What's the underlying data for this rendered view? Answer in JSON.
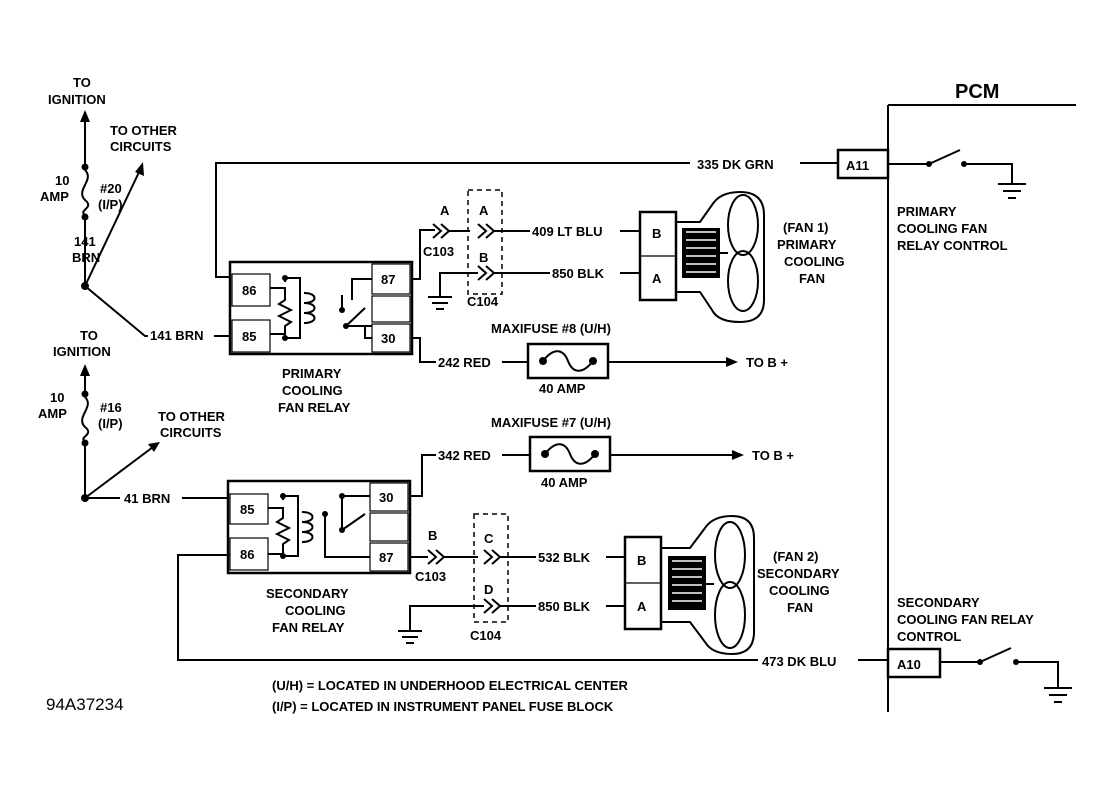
{
  "pcm": {
    "title": "PCM",
    "a11": "A11",
    "a10": "A10",
    "primary_control": [
      "PRIMARY",
      "COOLING FAN",
      "RELAY CONTROL"
    ],
    "secondary_control": [
      "SECONDARY",
      "COOLING FAN RELAY",
      "CONTROL"
    ]
  },
  "ignition_top": {
    "to_ignition": [
      "TO",
      "IGNITION"
    ],
    "to_other": [
      "TO OTHER",
      "CIRCUITS"
    ],
    "fuse_amp": [
      "10",
      "AMP"
    ],
    "fuse_id": [
      "#20",
      "(I/P)"
    ],
    "wire": [
      "141",
      "BRN"
    ]
  },
  "ignition_bottom": {
    "to_ignition": [
      "TO",
      "IGNITION"
    ],
    "to_other": [
      "TO OTHER",
      "CIRCUITS"
    ],
    "fuse_amp": [
      "10",
      "AMP"
    ],
    "fuse_id": [
      "#16",
      "(I/P)"
    ]
  },
  "primary_relay": {
    "name": [
      "PRIMARY",
      "COOLING",
      "FAN RELAY"
    ],
    "pins": {
      "p86": "86",
      "p85": "85",
      "p87": "87",
      "p30": "30"
    },
    "feed_wire": "141 BRN",
    "control_wire": "335 DK GRN",
    "power_wire": "242 RED"
  },
  "secondary_relay": {
    "name": [
      "SECONDARY",
      "COOLING",
      "FAN RELAY"
    ],
    "pins": {
      "p85": "85",
      "p86": "86",
      "p30": "30",
      "p87": "87"
    },
    "feed_wire": "41 BRN",
    "control_wire": "473 DK BLU",
    "power_wire": "342 RED"
  },
  "maxifuse8": {
    "name": "MAXIFUSE #8 (U/H)",
    "rating": "40 AMP",
    "dest": "TO B +"
  },
  "maxifuse7": {
    "name": "MAXIFUSE #7 (U/H)",
    "rating": "40 AMP",
    "dest": "TO B +"
  },
  "fan1": {
    "label": [
      "(FAN 1)",
      "PRIMARY",
      "COOLING",
      "FAN"
    ],
    "pinB": "B",
    "pinA": "A",
    "wireB": "409 LT BLU",
    "wireA": "850 BLK",
    "c103_pin": "A",
    "c103": "C103",
    "c104_pinA": "A",
    "c104_pinB": "B",
    "c104": "C104"
  },
  "fan2": {
    "label": [
      "(FAN 2)",
      "SECONDARY",
      "COOLING",
      "FAN"
    ],
    "pinB": "B",
    "pinA": "A",
    "wireB": "532 BLK",
    "wireA": "850 BLK",
    "c103_pin": "B",
    "c103": "C103",
    "c104_pinC": "C",
    "c104_pinD": "D",
    "c104": "C104"
  },
  "legend": [
    "(U/H) = LOCATED IN UNDERHOOD ELECTRICAL CENTER",
    "(I/P) = LOCATED IN INSTRUMENT PANEL FUSE BLOCK"
  ],
  "figure_id": "94A37234"
}
